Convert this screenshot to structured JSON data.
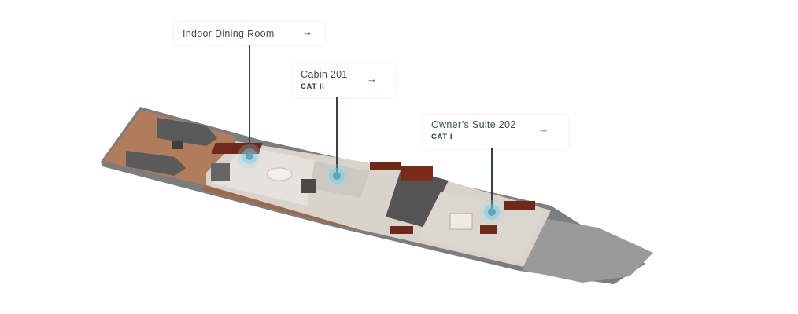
{
  "hotspots": [
    {
      "title": "Indoor Dining Room",
      "subtitle": "",
      "arrow": "→"
    },
    {
      "title": "Cabin 201",
      "subtitle": "CAT II",
      "arrow": "→"
    },
    {
      "title": "Owner’s Suite 202",
      "subtitle": "CAT I",
      "arrow": "→"
    }
  ],
  "colors": {
    "wood_deck": "#b07c5c",
    "dark_wood": "#6e2a18",
    "hull_grey": "#8f8f8f",
    "leader_line": "#34424f",
    "hotspot": "#5fa6bd"
  }
}
